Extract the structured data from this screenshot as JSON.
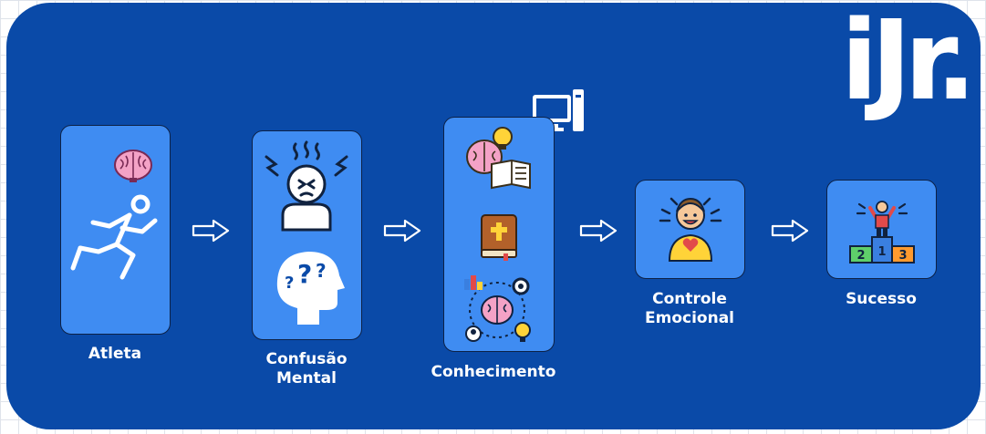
{
  "logo": {
    "text": "iJr."
  },
  "steps": [
    {
      "label": "Atleta",
      "icons": [
        "brain-icon",
        "runner-icon"
      ]
    },
    {
      "label": "Confusão\nMental",
      "icons": [
        "stressed-person-icon",
        "head-questions-icon"
      ]
    },
    {
      "label": "Conhecimento",
      "icons": [
        "computer-icon",
        "brain-book-icon",
        "bible-icon",
        "brain-network-icon"
      ]
    },
    {
      "label": "Controle\nEmocional",
      "icons": [
        "happy-person-icon"
      ]
    },
    {
      "label": "Sucesso",
      "icons": [
        "podium-winner-icon"
      ]
    }
  ],
  "podium": {
    "first": "1",
    "second": "2",
    "third": "3"
  },
  "colors": {
    "background": "#0a4aa8",
    "card": "#3f8cf2",
    "text": "#ffffff"
  }
}
